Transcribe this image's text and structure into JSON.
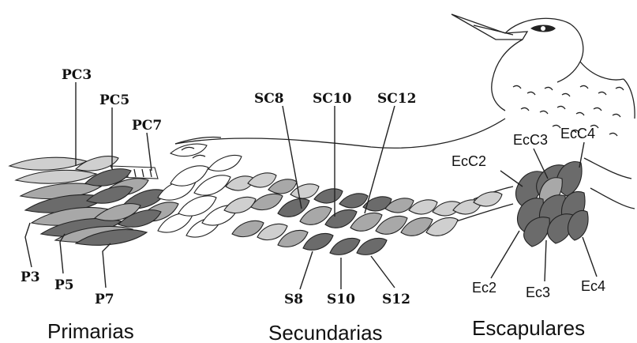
{
  "colors": {
    "dark": "#6b6b6b",
    "medium": "#a8a8a8",
    "light": "#cfcfcf",
    "white": "#ffffff",
    "stroke": "#222222"
  },
  "labels": {
    "primary_coverts": [
      "PC3",
      "PC5",
      "PC7"
    ],
    "primaries": [
      "P3",
      "P5",
      "P7"
    ],
    "secondary_coverts": [
      "SC8",
      "SC10",
      "SC12"
    ],
    "secondaries": [
      "S8",
      "S10",
      "S12"
    ],
    "scapular_coverts": [
      "EcC2",
      "EcC3",
      "EcC4"
    ],
    "scapulars": [
      "Ec2",
      "Ec3",
      "Ec4"
    ]
  },
  "groups": {
    "primaries": "Primarias",
    "secondaries": "Secundarias",
    "scapulars": "Escapulares"
  }
}
